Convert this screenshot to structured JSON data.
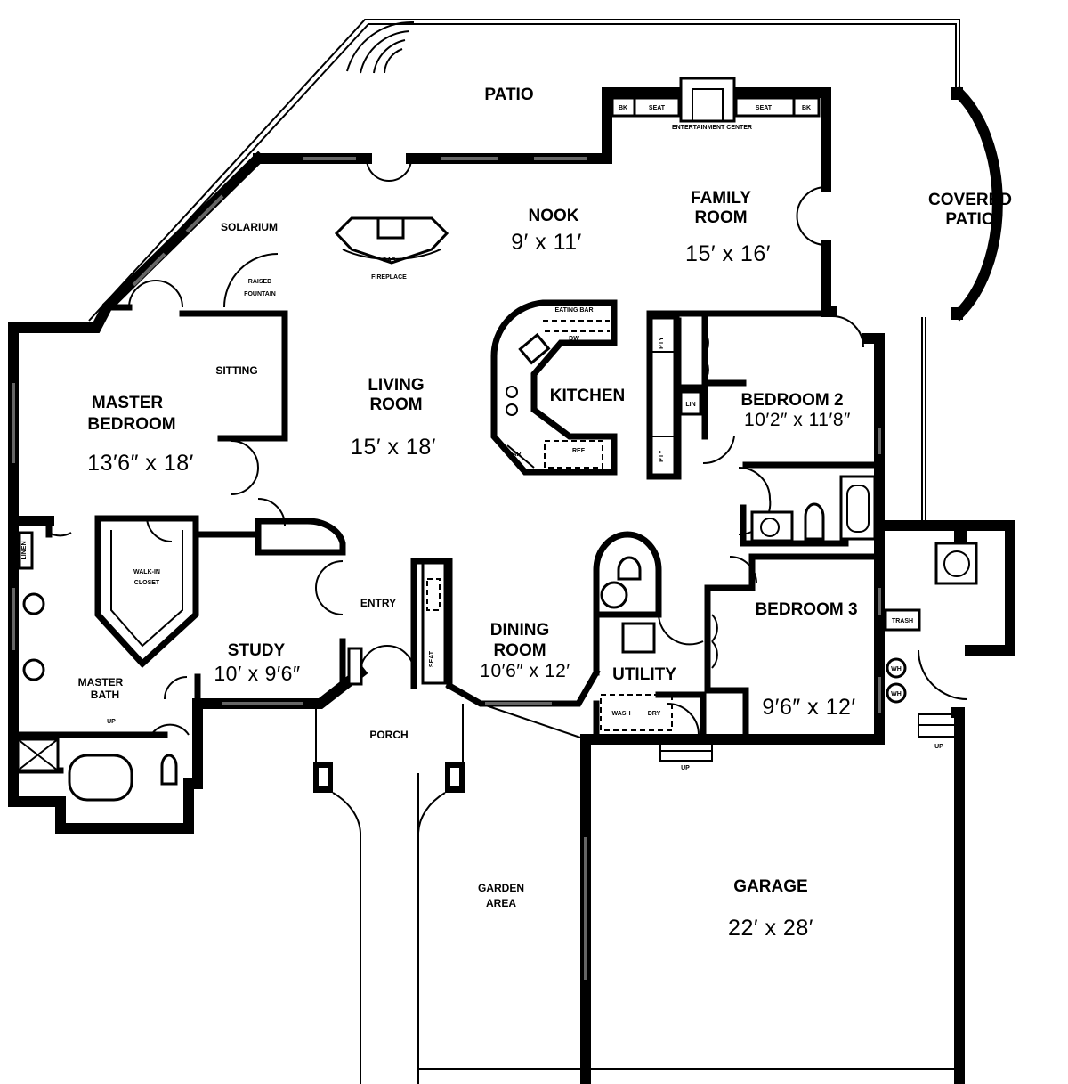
{
  "rooms": {
    "patio": "PATIO",
    "entertainment_center": "ENTERTAINMENT CENTER",
    "family_room_line1": "FAMILY",
    "family_room_line2": "ROOM",
    "family_room_dim": "15′ x 16′",
    "covered_patio_line1": "COVERED",
    "covered_patio_line2": "PATIO",
    "nook": "NOOK",
    "nook_dim": "9′ x 11′",
    "solarium": "SOLARIUM",
    "gas_fireplace_line1": "GAS",
    "gas_fireplace_line2": "FIREPLACE",
    "raised_fountain_line1": "RAISED",
    "raised_fountain_line2": "FOUNTAIN",
    "sitting": "SITTING",
    "master_bedroom_line1": "MASTER",
    "master_bedroom_line2": "BEDROOM",
    "master_bedroom_dim": "13′6″ x 18′",
    "living_room_line1": "LIVING",
    "living_room_line2": "ROOM",
    "living_room_dim": "15′ x 18′",
    "kitchen": "KITCHEN",
    "eating_bar": "EATING BAR",
    "bedroom2": "BEDROOM 2",
    "bedroom2_dim": "10′2″ x 11′8″",
    "walk_in_closet_line1": "WALK-IN",
    "walk_in_closet_line2": "CLOSET",
    "entry": "ENTRY",
    "study": "STUDY",
    "study_dim": "10′ x 9′6″",
    "dining_room_line1": "DINING",
    "dining_room_line2": "ROOM",
    "dining_room_dim": "10′6″ x 12′",
    "utility": "UTILITY",
    "bedroom3": "BEDROOM 3",
    "bedroom3_dim": "9′6″ x 12′",
    "master_bath_line1": "MASTER",
    "master_bath_line2": "BATH",
    "porch": "PORCH",
    "garden_area_line1": "GARDEN",
    "garden_area_line2": "AREA",
    "garage": "GARAGE",
    "garage_dim": "22′ x 28′"
  },
  "fixtures": {
    "bk": "BK",
    "seat": "SEAT",
    "pty": "PTY",
    "lin": "LIN",
    "linen": "LINEN",
    "ref": "REF",
    "dw": "DW",
    "bar": "BAR",
    "wash": "WASH",
    "dry": "DRY",
    "trash": "TRASH",
    "wh": "WH",
    "up": "UP"
  }
}
